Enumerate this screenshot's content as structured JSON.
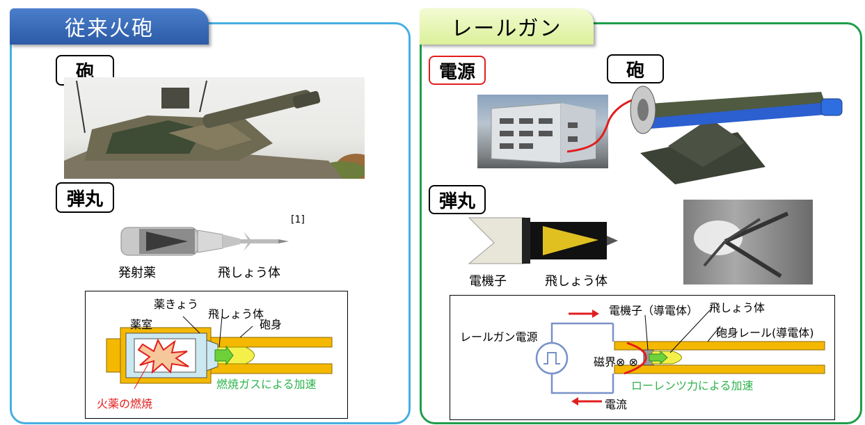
{
  "left": {
    "title": "従来火砲",
    "gun_label": "砲",
    "ammo_label": "弾丸",
    "citation": "[1]",
    "propellant_caption": "発射薬",
    "projectile_caption": "飛しょう体",
    "diagram": {
      "cartridge_case": "薬きょう",
      "projectile": "飛しょう体",
      "chamber": "薬室",
      "barrel": "砲身",
      "gas_accel": "燃焼ガスによる加速",
      "propellant_burn": "火薬の燃焼"
    }
  },
  "right": {
    "title": "レールガン",
    "power_label": "電源",
    "gun_label": "砲",
    "ammo_label": "弾丸",
    "armature_caption": "電機子",
    "projectile_caption": "飛しょう体",
    "diagram": {
      "armature": "電機子（導電体）",
      "projectile": "飛しょう体",
      "power_supply": "レールガン電源",
      "rail": "砲身レール(導電体)",
      "magnetic_field": "磁界⊗ ⊗",
      "lorentz": "ローレンツ力による加速",
      "current": "電流"
    }
  },
  "colors": {
    "left_border": "#45aee3",
    "right_border": "#1e9e4a",
    "left_tab": "#3567b4",
    "right_tab": "#e8f6b6",
    "barrel": "#f5b800",
    "red": "#e21d1d",
    "green": "#2bb24c"
  }
}
